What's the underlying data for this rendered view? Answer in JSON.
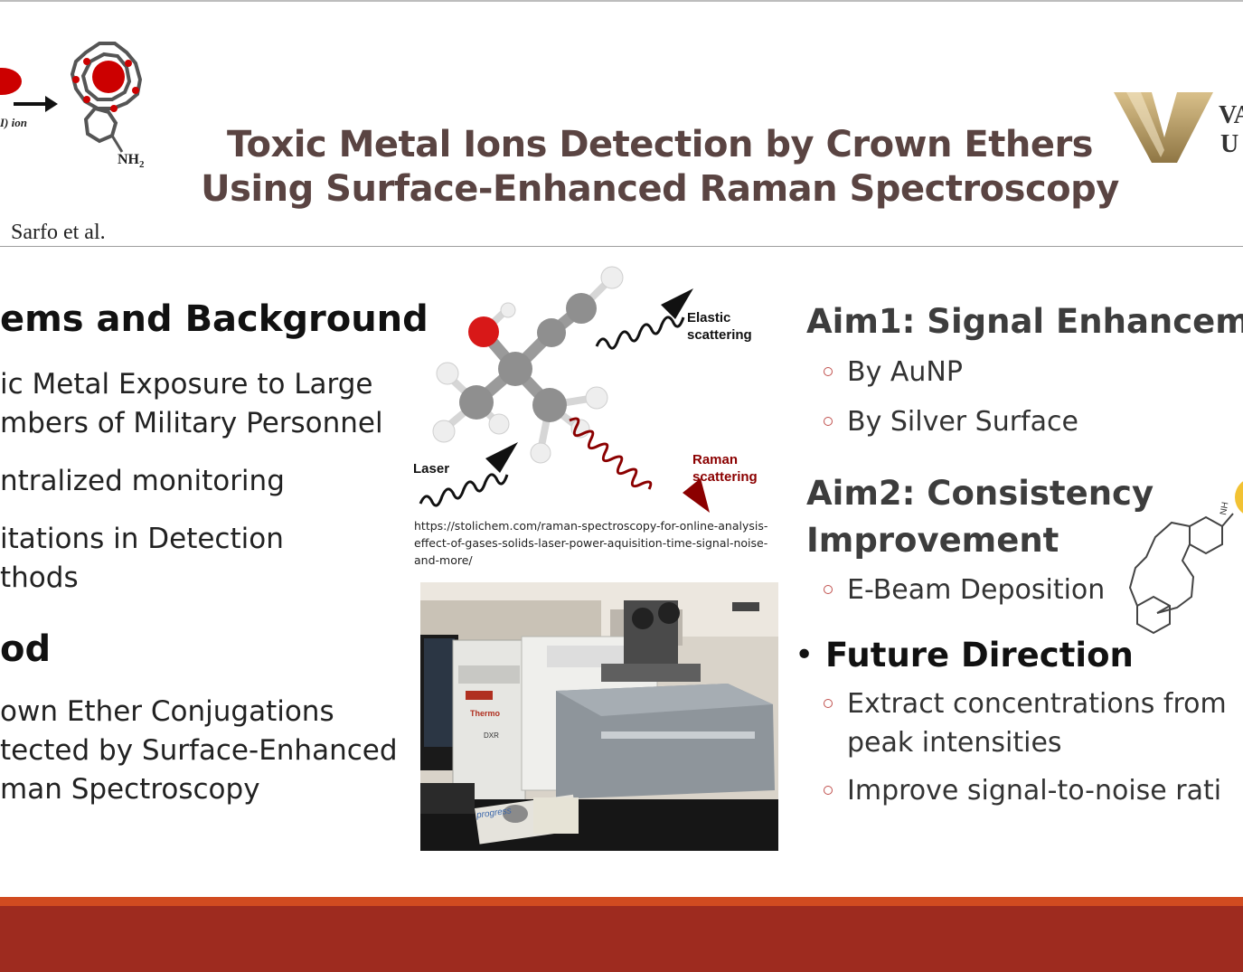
{
  "header": {
    "title_line1": "Toxic Metal Ions Detection by Crown Ethers",
    "title_line2": "Using Surface-Enhanced Raman Spectroscopy",
    "author": "Sarfo et al.",
    "ion_label": "I) ion",
    "nh2_label": "NH",
    "nh2_sub": "2",
    "logo_text_line1": "VA",
    "logo_text_line2": "U",
    "logo_icon": "vanderbilt-v-logo-icon"
  },
  "left": {
    "heading_problems": "ems and Background",
    "items_problems": [
      "ic Metal Exposure to Large",
      "mbers of Military Personnel",
      "ntralized monitoring",
      "itations in Detection",
      "thods"
    ],
    "heading_method": "od",
    "items_method": [
      "own Ether Conjugations",
      "tected by Surface-Enhanced",
      "man Spectroscopy"
    ]
  },
  "diagram": {
    "elastic_line1": "Elastic",
    "elastic_line2": "scattering",
    "raman_line1": "Raman",
    "raman_line2": "scattering",
    "laser": "Laser",
    "url": "https://stolichem.com/raman-spectroscopy-for-online-analysis-effect-of-gases-solids-laser-power-aquisition-time-signal-noise-and-more/"
  },
  "right": {
    "aim1": "Aim1: Signal Enhanceme",
    "aim1_items": [
      "By AuNP",
      "By Silver Surface"
    ],
    "aim2_line1": "Aim2: Consistency",
    "aim2_line2": "Improvement",
    "aim2_items": [
      "E-Beam Deposition"
    ],
    "future": "Future Direction",
    "future_items": [
      "Extract concentrations from",
      "peak intensities",
      "Improve signal-to-noise rati"
    ]
  },
  "photo": {
    "brand": "Thermo",
    "model": "DXR",
    "mousepad": "progress"
  },
  "colors": {
    "title": "#5a4442",
    "accent": "#c0504d",
    "footer": "#9e2b1f",
    "footer_top": "#d14b20",
    "raman": "#8b0000",
    "logo_gold": "#b39762"
  }
}
